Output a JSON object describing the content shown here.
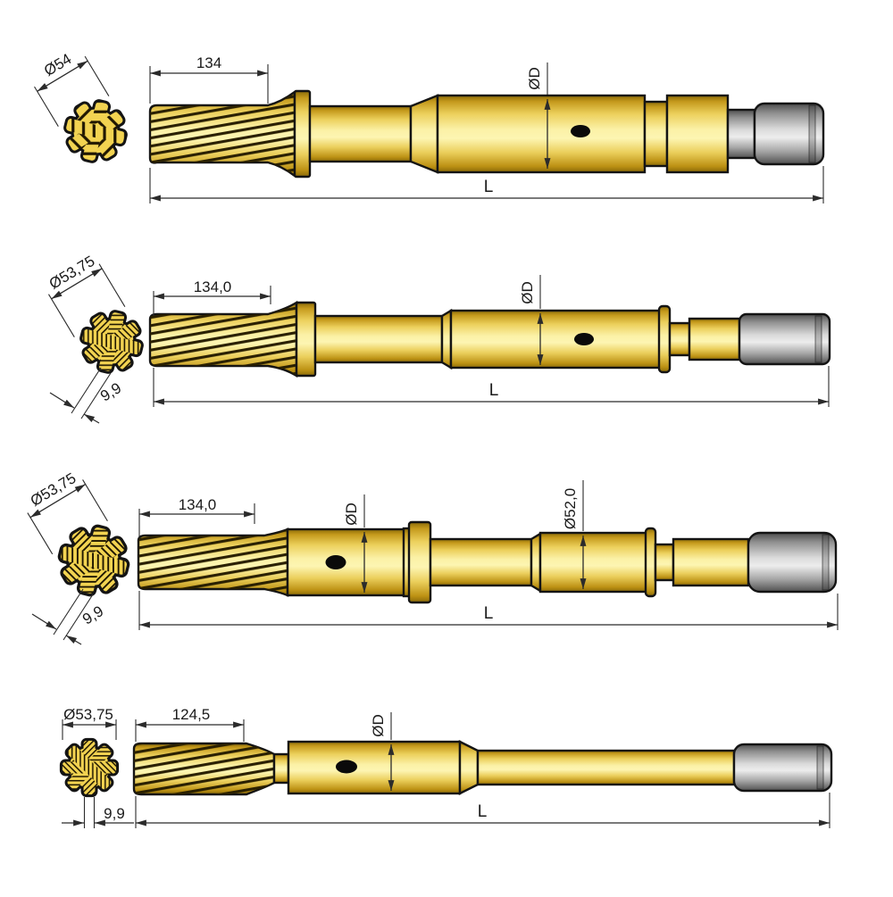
{
  "drawings": [
    {
      "cross_section": {
        "diameter": "Ø54"
      },
      "dims": {
        "spline_length": "134",
        "body_diameter": "ØD",
        "total_length": "L"
      }
    },
    {
      "cross_section": {
        "diameter": "Ø53,75",
        "tooth_width": "9,9"
      },
      "dims": {
        "spline_length": "134,0",
        "body_diameter": "ØD",
        "total_length": "L"
      }
    },
    {
      "cross_section": {
        "diameter": "Ø53,75",
        "tooth_width": "9,9"
      },
      "dims": {
        "spline_length": "134,0",
        "body_diameter": "ØD",
        "mid_diameter": "Ø52,0",
        "total_length": "L"
      }
    },
    {
      "cross_section": {
        "diameter": "Ø53,75",
        "tooth_width": "9,9"
      },
      "dims": {
        "spline_length": "124,5",
        "body_diameter": "ØD",
        "total_length": "L"
      }
    }
  ],
  "colors": {
    "body_yellow": "#F2D440",
    "gear_yellow": "#F2D351",
    "steel_gray": "#C9C9C9",
    "outline": "#141414",
    "dimension_lines": "#2B2B2B"
  }
}
